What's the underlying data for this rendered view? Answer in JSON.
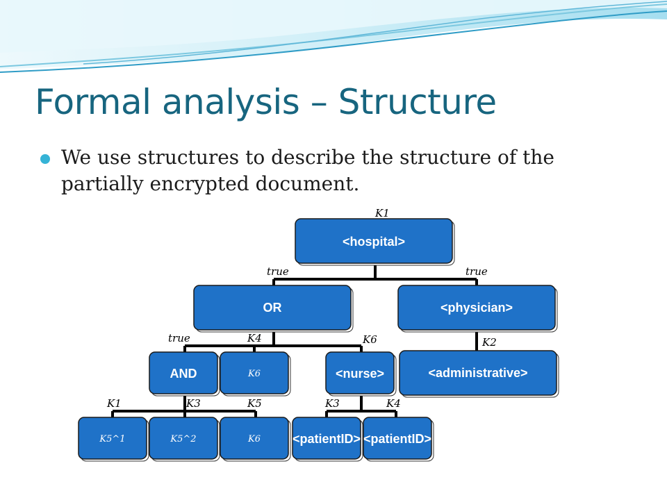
{
  "slide": {
    "title": "Formal analysis – Structure",
    "bullet": "We use structures to describe the structure of the partially encrypted document."
  },
  "tree": {
    "root_key": "K1",
    "nodes": {
      "hospital": "<hospital>",
      "or": "OR",
      "physician": "<physician>",
      "and": "AND",
      "k6_leaf": "K6",
      "nurse": "<nurse>",
      "administrative": "<administrative>",
      "k5_1": "K5^1",
      "k5_2": "K5^2",
      "k6_leaf2": "K6",
      "patient1": "<patientID>",
      "patient2": "<patientID>"
    },
    "edges": {
      "hospital_or": "true",
      "hospital_physician": "true",
      "or_and": "true",
      "or_k6": "K4",
      "or_nurse": "K6",
      "physician_admin": "K2",
      "and_k51": "K1",
      "and_k52": "K3",
      "and_k6": "K5",
      "nurse_p1": "K3",
      "nurse_p2": "K4"
    }
  },
  "colors": {
    "title": "#17657f",
    "node_fill": "#1f72c8",
    "bullet": "#35b3d6"
  }
}
